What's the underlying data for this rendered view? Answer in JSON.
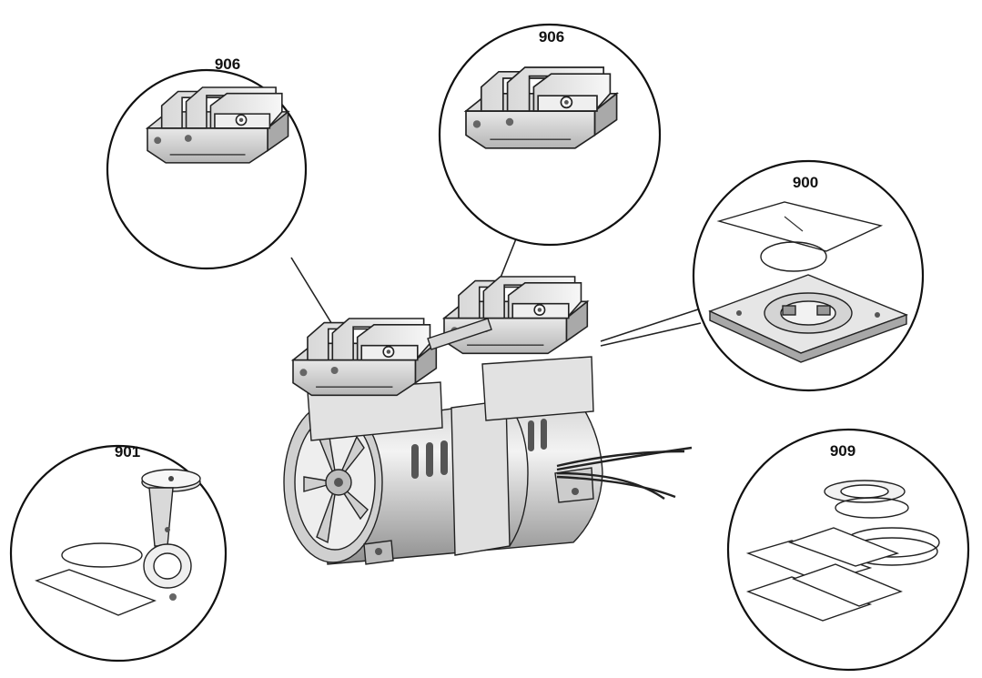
{
  "diagram": {
    "callouts": [
      {
        "id": "head-left",
        "label": "906"
      },
      {
        "id": "head-right",
        "label": "906"
      },
      {
        "id": "gaskets",
        "label": "900"
      },
      {
        "id": "rod",
        "label": "901"
      },
      {
        "id": "kit",
        "label": "909"
      }
    ]
  },
  "colors": {
    "line": "#222222",
    "metal_light": "#e9e9e9",
    "metal_mid": "#c9c9c9",
    "metal_dark": "#9a9a9a"
  }
}
